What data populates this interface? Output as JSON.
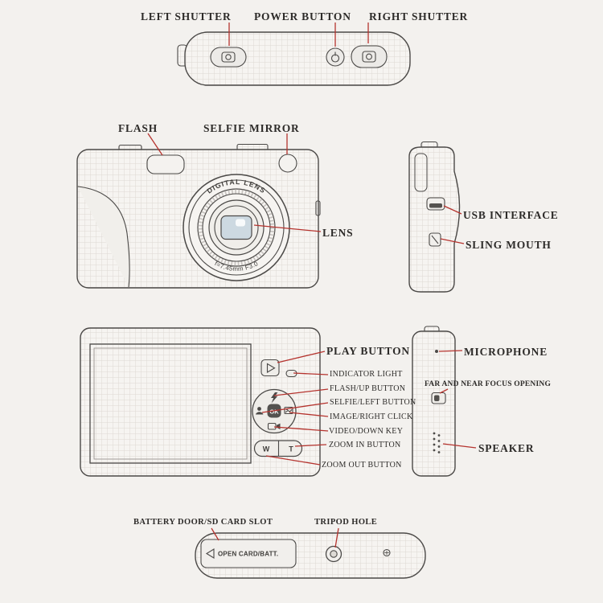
{
  "title": "Digital camera parts diagram",
  "colors": {
    "background": "#f3f1ee",
    "outline": "#4b4947",
    "connector": "#b5332e",
    "aperture_tint": "#cdd9e1"
  },
  "views": {
    "top": {
      "labels": {
        "left_shutter": "LEFT SHUTTER",
        "power_button": "POWER BUTTON",
        "right_shutter": "RIGHT SHUTTER"
      }
    },
    "front": {
      "labels": {
        "flash": "FLASH",
        "selfie_mirror": "SELFIE MIRROR",
        "lens": "LENS"
      },
      "lens_ring_text": "DIGITAL LENS",
      "lens_spec": "f=7.45mm F3.0"
    },
    "right_side": {
      "labels": {
        "usb_interface": "USB INTERFACE",
        "sling_mouth": "SLING MOUTH"
      }
    },
    "back": {
      "labels": {
        "play_button": "PLAY BUTTON",
        "indicator_light": "INDICATOR LIGHT",
        "flash_up": "FLASH/UP BUTTON",
        "selfie_left": "SELFIE/LEFT BUTTON",
        "image_right": "IMAGE/RIGHT CLICK",
        "video_down": "VIDEO/DOWN KEY",
        "zoom_in": "ZOOM IN BUTTON",
        "zoom_out": "ZOOM OUT BUTTON"
      },
      "ok_button": "OK",
      "zoom_wide": "W",
      "zoom_tele": "T"
    },
    "left_side": {
      "labels": {
        "microphone": "MICROPHONE",
        "focus_opening": "FAR AND NEAR FOCUS OPENING",
        "speaker": "SPEAKER"
      }
    },
    "bottom": {
      "labels": {
        "battery_door": "BATTERY DOOR/SD CARD SLOT",
        "tripod_hole": "TRIPOD HOLE"
      },
      "door_text": "OPEN CARD/BATT."
    }
  }
}
